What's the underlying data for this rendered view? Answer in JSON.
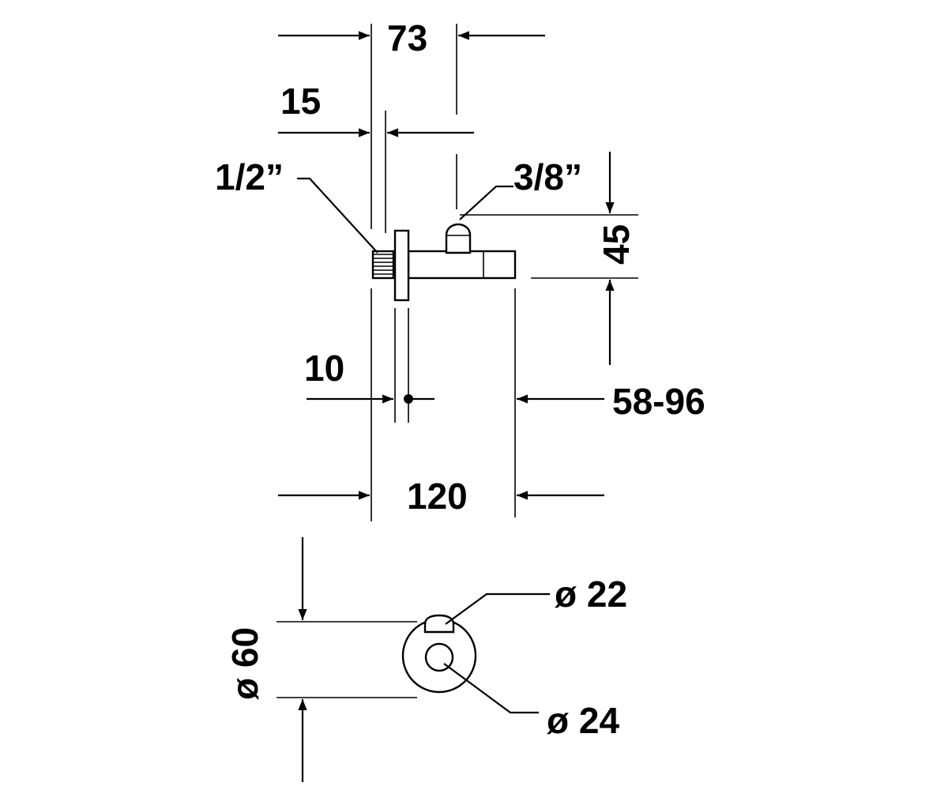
{
  "labels": {
    "width_73": "73",
    "offset_15": "15",
    "inlet_thread": "1/2”",
    "outlet_thread": "3/8”",
    "height_45": "45",
    "offset_10": "10",
    "range_58_96": "58-96",
    "length_120": "120",
    "diameter_60": "ø 60",
    "diameter_22": "ø 22",
    "diameter_24": "ø 24"
  },
  "colors": {
    "ink": "#000000",
    "paper": "#ffffff"
  }
}
